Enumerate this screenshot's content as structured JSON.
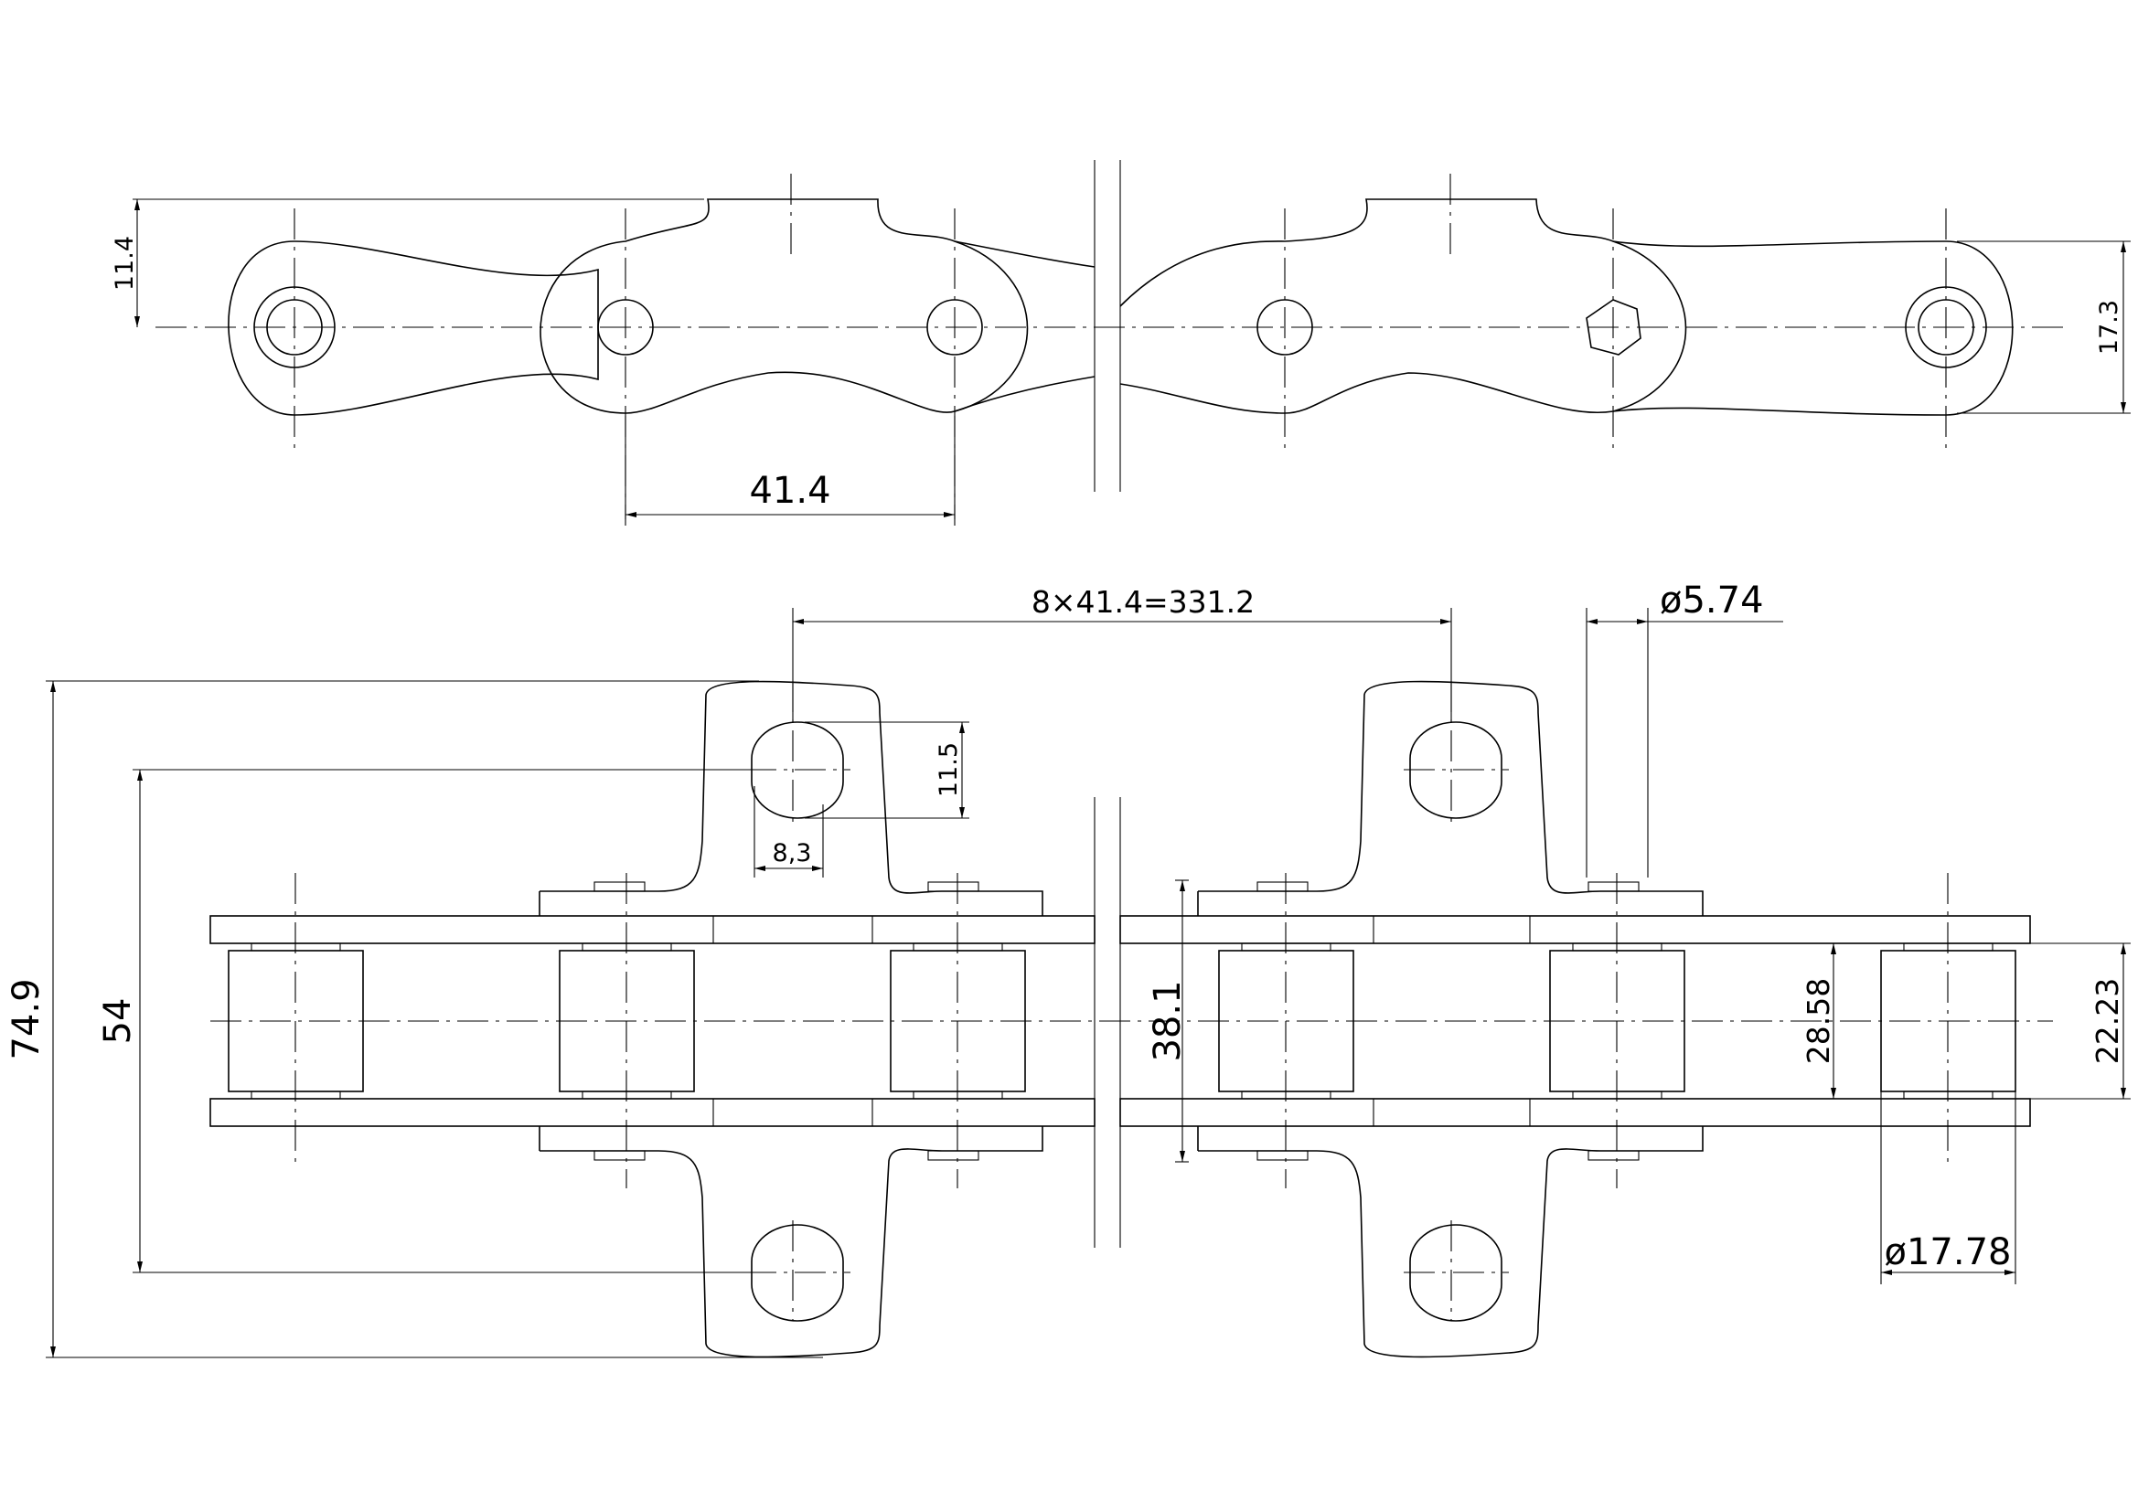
{
  "dimensions": {
    "top_height": "11.4",
    "top_pitch": "41.4",
    "top_plate_height": "17.3",
    "attach_spacing": "8×41.4=331.2",
    "pin_diameter": "ø5.74",
    "overall_width": "74.9",
    "hole_spacing": "54",
    "hole_vertical": "11.5",
    "hole_width": "8,3",
    "inner_width_outer": "38.1",
    "inner_width_mid": "28.58",
    "roller_width": "22.23",
    "roller_diameter": "ø17.78"
  }
}
